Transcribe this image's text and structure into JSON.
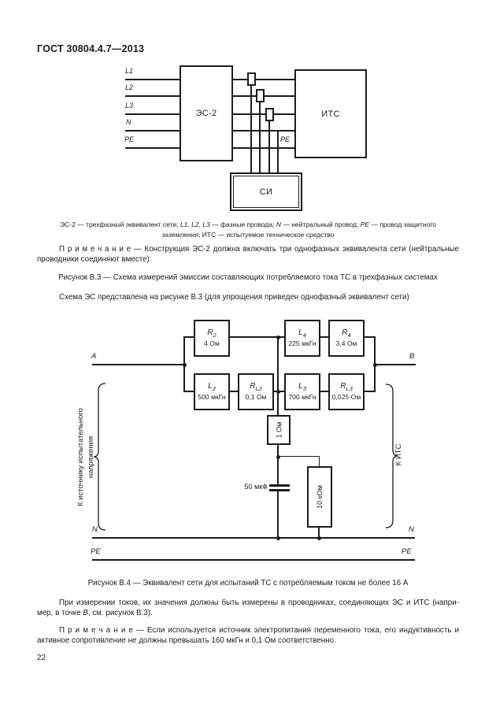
{
  "doc": {
    "header": "ГОСТ 30804.4.7—2013",
    "page_number": "22"
  },
  "fig_b3": {
    "inputs": [
      "L1",
      "L2",
      "L3",
      "N",
      "PE"
    ],
    "es2": "ЭС-2",
    "its": "ИТС",
    "si": "СИ",
    "pe_inner": "PE",
    "caption": {
      "l1": {
        "s0": "ЭС-2 — трехфазный эквивалент сети; ",
        "s1": "L1, L2, L3",
        "s2": " — фазные провода; ",
        "s3": "N",
        "s4": " — нейтральный провод; ",
        "s5": "PE",
        "s6": " — провод защитного"
      },
      "l2": "заземления; ИТС — испытуемое техническое средство"
    },
    "note": {
      "l1": "П р и м е ч а н и е — Конструкция ЭС-2 должна включать три однофазных эквивалента сети (нейтральные",
      "l2": "проводники соединяют вместе)."
    },
    "title": "Рисунок В.3 — Схема измерений эмиссии составляющих потребляемого тока ТС в трехфазных системах",
    "intro_b4": "Схема ЭС представлена на рисунке В.3 (для упрощения приведен однофазный эквивалент сети)"
  },
  "fig_b4": {
    "terminals": {
      "a": "A",
      "b": "B",
      "n_left": "N",
      "n_right": "N",
      "pe_left": "PE",
      "pe_right": "PE"
    },
    "components": {
      "r2": {
        "sym": "R",
        "sub": "2",
        "val": "4 Ом"
      },
      "l4": {
        "sym": "L",
        "sub": "4",
        "val": "225 мкГн"
      },
      "r4": {
        "sym": "R",
        "sub": "4",
        "val": "3,4 Ом"
      },
      "l2": {
        "sym": "L",
        "sub": "2",
        "val": "500 мкГн"
      },
      "rl2": {
        "sym": "R",
        "sub": "L2",
        "val": "0,1 Ом"
      },
      "l3": {
        "sym": "L",
        "sub": "3",
        "val": "700 мкГн"
      },
      "rl3": {
        "sym": "R",
        "sub": "L3",
        "val": "0,025 Ом"
      },
      "r1": {
        "val": "1 Ом"
      },
      "cap": {
        "val": "50 мкФ"
      },
      "r10k": {
        "val": "10 кОм"
      }
    },
    "brace_left_label_1": "К источнику испытательного",
    "brace_left_label_2": "напряжения",
    "brace_right_label": "К ИТС",
    "caption": "Рисунок В.4 — Эквивалент сети для испытаний ТС с потребляемым током не более 16 А"
  },
  "text": {
    "para1": {
      "l1": "При измерении токов, их значения должны быть измерены в проводниках, соединяющих ЭС и ИТС (напри-",
      "l2a": "мер, в точке ",
      "l2b": "B",
      "l2c": ", см. рисунок В.3)."
    },
    "note2": {
      "l1": "П р и м е ч а н и е — Если используется источник электропитания переменного тока, его индуктивность и",
      "l2": "активное сопротивление не должны превышать 160 мкГн и 0,1 Ом соответственно."
    }
  }
}
